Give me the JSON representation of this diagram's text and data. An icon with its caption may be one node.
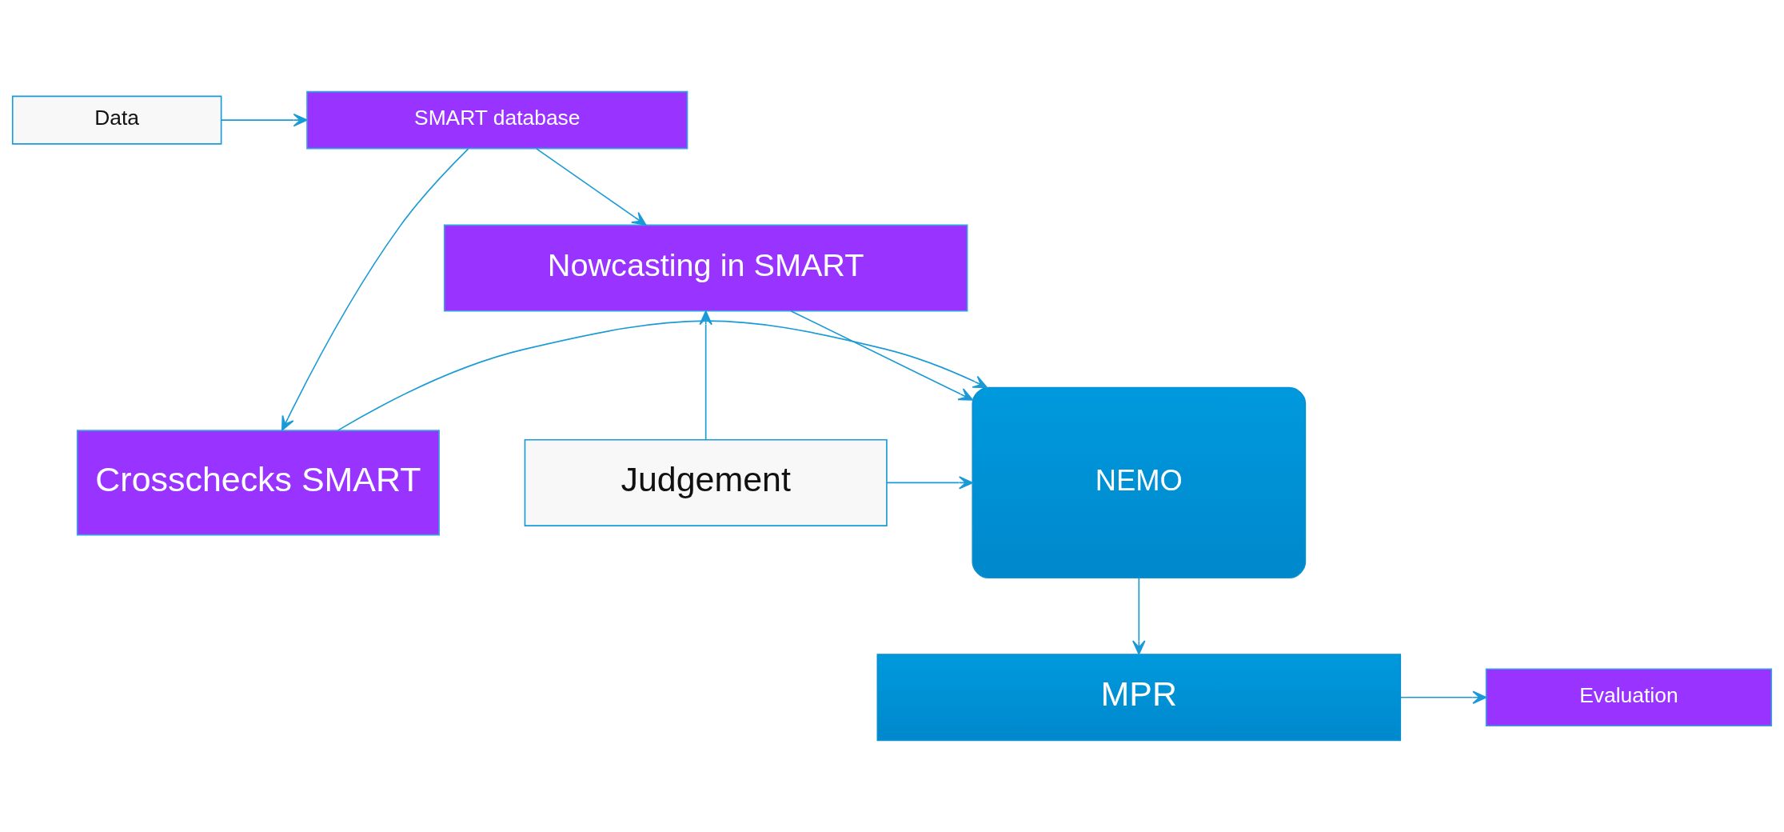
{
  "diagram": {
    "nodes": [
      {
        "text": [
          "Data"
        ]
      },
      {
        "text": [
          "SMART database"
        ]
      },
      {
        "text": [
          "Nowcasting in SMART"
        ]
      },
      {
        "text": [
          "Judgement"
        ]
      },
      {
        "text": [
          "NEMO"
        ]
      },
      {
        "text": [
          "Crosschecks SMART"
        ]
      },
      {
        "text": [
          "Evaluation"
        ]
      },
      {
        "text": [
          "MPR"
        ]
      }
    ],
    "edges": [
      {
        "from": 0,
        "to": 1,
        "arrow": "to"
      },
      {
        "from": 1,
        "to": 2,
        "arrow": "to"
      },
      {
        "from": 1,
        "to": 5,
        "arrow": "to"
      },
      {
        "from": 2,
        "to": 4,
        "arrow": "to"
      },
      {
        "from": 3,
        "to": 2,
        "arrow": "to"
      },
      {
        "from": 3,
        "to": 4,
        "arrow": "to"
      },
      {
        "from": 5,
        "to": 4,
        "arrow": "to"
      },
      {
        "from": 4,
        "to": 7,
        "arrow": "to"
      },
      {
        "from": 7,
        "to": 6,
        "arrow": "to"
      }
    ]
  }
}
